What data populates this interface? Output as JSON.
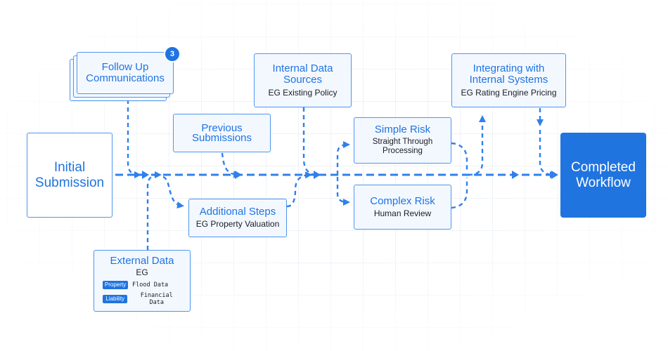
{
  "nodes": {
    "initial_submission": {
      "title": "Initial\nSubmission"
    },
    "follow_up": {
      "title": "Follow Up\nCommunications",
      "badge": "3"
    },
    "previous_submissions": {
      "title": "Previous\nSubmissions"
    },
    "additional_steps": {
      "title": "Additional Steps",
      "subtitle": "EG Property Valuation"
    },
    "external_data": {
      "title": "External Data",
      "subtitle": "EG",
      "tags": [
        {
          "label": "Property",
          "text": "Flood Data"
        },
        {
          "label": "Liability",
          "text": "Financial Data"
        }
      ]
    },
    "internal_data": {
      "title": "Internal Data\nSources",
      "subtitle": "EG Existing Policy"
    },
    "simple_risk": {
      "title": "Simple Risk",
      "subtitle": "Straight Through\nProcessing"
    },
    "complex_risk": {
      "title": "Complex Risk",
      "subtitle": "Human Review"
    },
    "integrating": {
      "title": "Integrating with\nInternal Systems",
      "subtitle": "EG Rating Engine Pricing"
    },
    "completed": {
      "title": "Completed\nWorkflow"
    }
  },
  "colors": {
    "accent": "#1f74e0",
    "box_fill": "#f3f8ff",
    "box_border": "#4f96ec",
    "connector": "#2f80ed"
  }
}
